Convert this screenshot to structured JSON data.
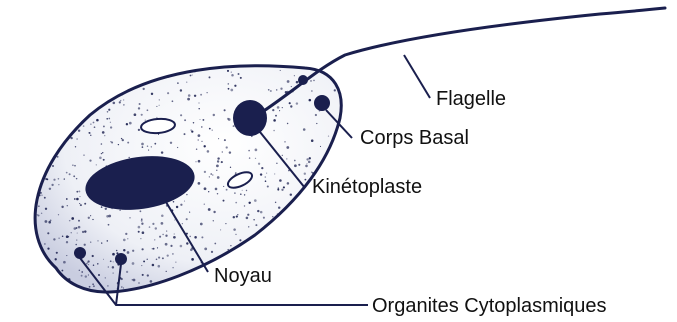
{
  "labels": {
    "flagelle": "Flagelle",
    "corps_basal": "Corps Basal",
    "kinetoplaste": "Kinétoplaste",
    "noyau": "Noyau",
    "organites": "Organites Cytoplasmiques"
  },
  "colors": {
    "ink": "#1a1f4e",
    "cell_fill": "#f4f4f8",
    "text": "#111111",
    "background": "#ffffff"
  }
}
